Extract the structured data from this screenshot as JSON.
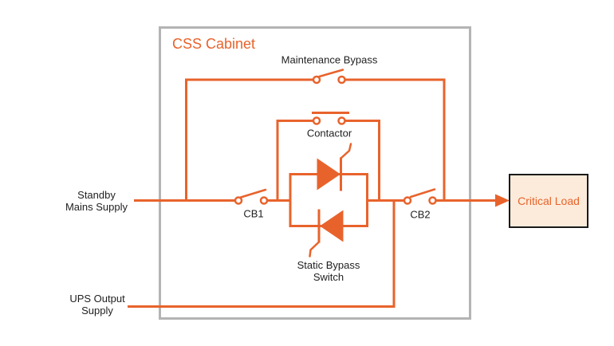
{
  "title": "CSS Cabinet",
  "colors": {
    "accent": "#e8632c",
    "cabinet_border": "#b4b4b4",
    "load_fill": "#fcebda",
    "load_border": "#1a1a1a",
    "label": "#1f1f1f",
    "background": "#ffffff"
  },
  "labels": {
    "maintenance_bypass": "Maintenance Bypass",
    "contactor": "Contactor",
    "cb1": "CB1",
    "cb2": "CB2",
    "static_bypass_switch": "Static Bypass\nSwitch",
    "standby_mains_supply": "Standby\nMains Supply",
    "ups_output_supply": "UPS Output\nSupply",
    "critical_load": "Critical Load"
  },
  "circuit": {
    "type": "single-line-diagram",
    "components": [
      {
        "id": "maintenance-bypass",
        "label": "Maintenance Bypass",
        "kind": "switch",
        "state": "open"
      },
      {
        "id": "contactor",
        "label": "Contactor",
        "kind": "contactor",
        "state": "closed"
      },
      {
        "id": "cb1",
        "label": "CB1",
        "kind": "circuit-breaker",
        "state": "open"
      },
      {
        "id": "cb2",
        "label": "CB2",
        "kind": "circuit-breaker",
        "state": "open"
      },
      {
        "id": "static-bypass-switch",
        "label": "Static Bypass Switch",
        "kind": "anti-parallel-thyristors"
      }
    ],
    "inputs": [
      "Standby Mains Supply",
      "UPS Output Supply"
    ],
    "output": "Critical Load"
  }
}
